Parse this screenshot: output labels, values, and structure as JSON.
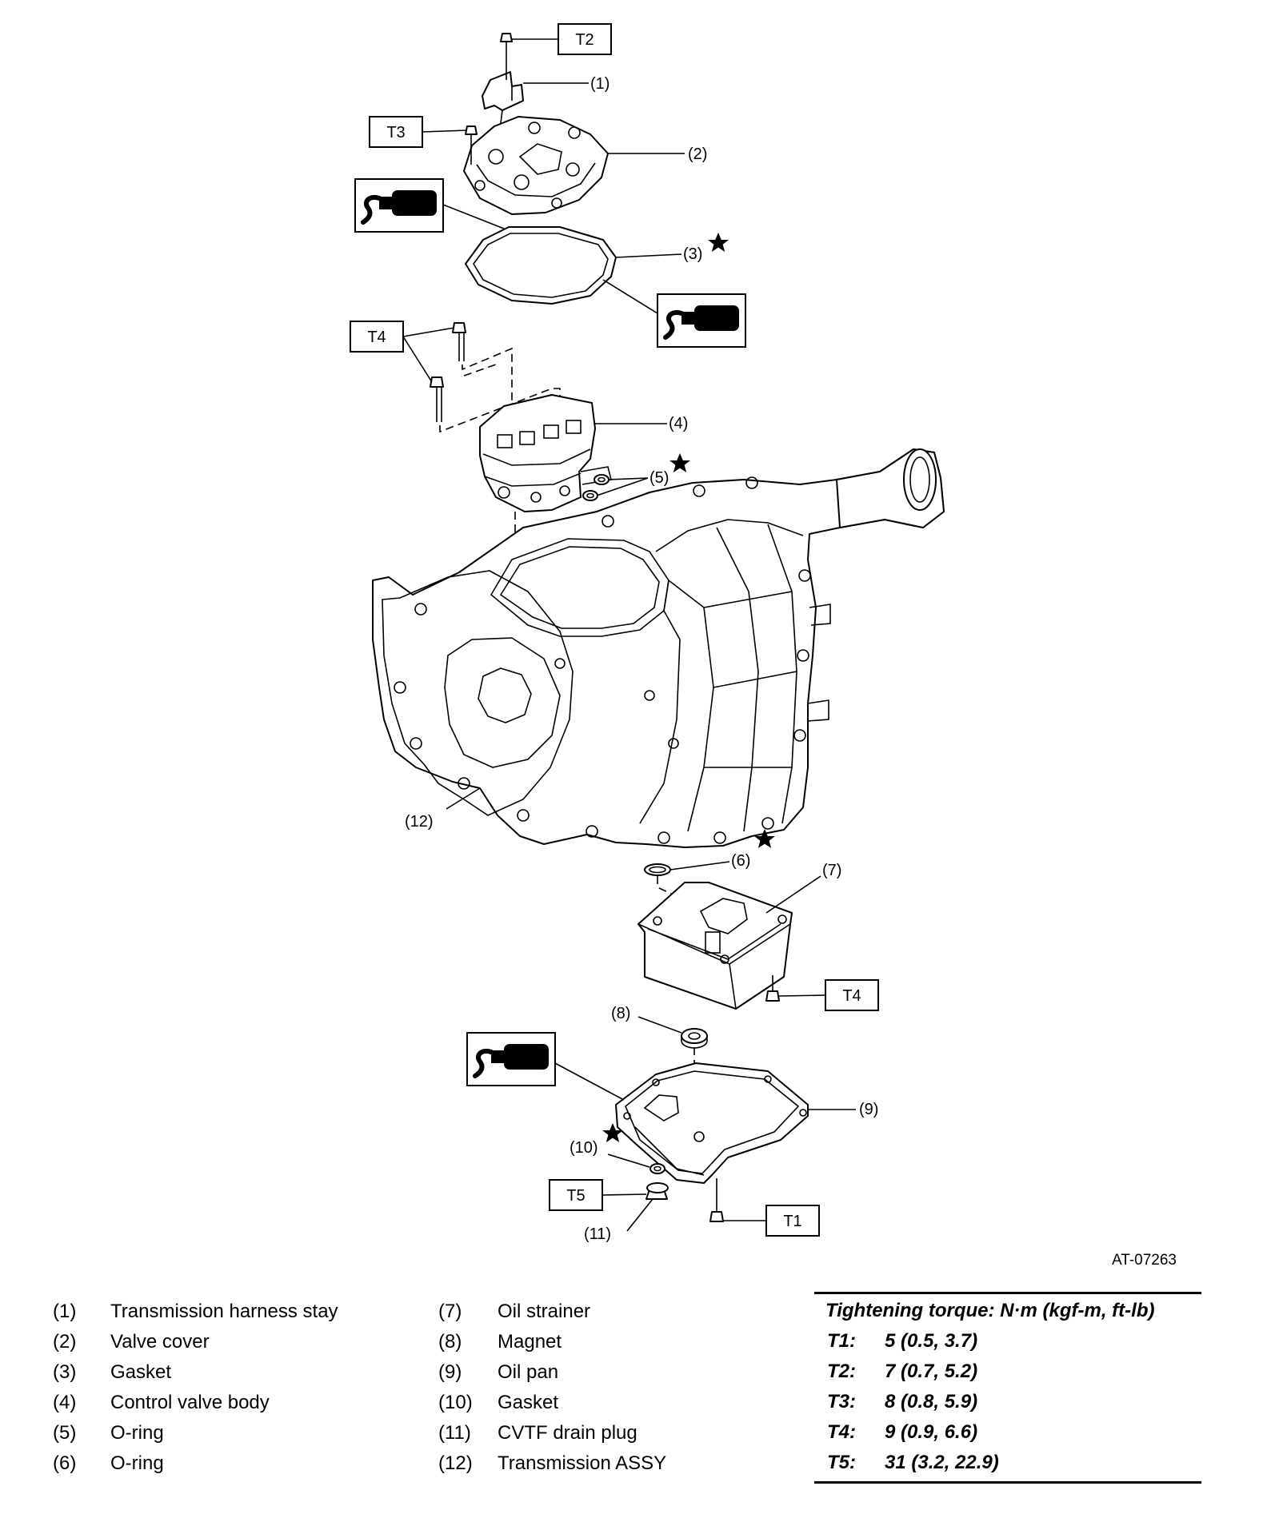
{
  "figure_id": "AT-07263",
  "callouts": [
    "(1)",
    "(2)",
    "(3)",
    "(4)",
    "(5)",
    "(6)",
    "(7)",
    "(8)",
    "(9)",
    "(10)",
    "(11)",
    "(12)"
  ],
  "torque_boxes": [
    "T2",
    "T3",
    "T4",
    "T4",
    "T5",
    "T1"
  ],
  "legend_left": [
    {
      "num": "(1)",
      "name": "Transmission harness stay"
    },
    {
      "num": "(2)",
      "name": "Valve cover"
    },
    {
      "num": "(3)",
      "name": "Gasket"
    },
    {
      "num": "(4)",
      "name": "Control valve body"
    },
    {
      "num": "(5)",
      "name": "O-ring"
    },
    {
      "num": "(6)",
      "name": "O-ring"
    }
  ],
  "legend_mid": [
    {
      "num": "(7)",
      "name": "Oil strainer"
    },
    {
      "num": "(8)",
      "name": "Magnet"
    },
    {
      "num": "(9)",
      "name": "Oil pan"
    },
    {
      "num": "(10)",
      "name": "Gasket"
    },
    {
      "num": "(11)",
      "name": "CVTF drain plug"
    },
    {
      "num": "(12)",
      "name": "Transmission ASSY"
    }
  ],
  "torque": {
    "header": "Tightening torque: N·m (kgf-m, ft-lb)",
    "rows": [
      {
        "key": "T1:",
        "value": "5 (0.5, 3.7)"
      },
      {
        "key": "T2:",
        "value": "7 (0.7, 5.2)"
      },
      {
        "key": "T3:",
        "value": "8 (0.8, 5.9)"
      },
      {
        "key": "T4:",
        "value": "9 (0.9, 6.6)"
      },
      {
        "key": "T5:",
        "value": "31 (3.2, 22.9)"
      }
    ]
  },
  "icons": [
    "liquid-gasket-icon",
    "replace-star-icon"
  ]
}
